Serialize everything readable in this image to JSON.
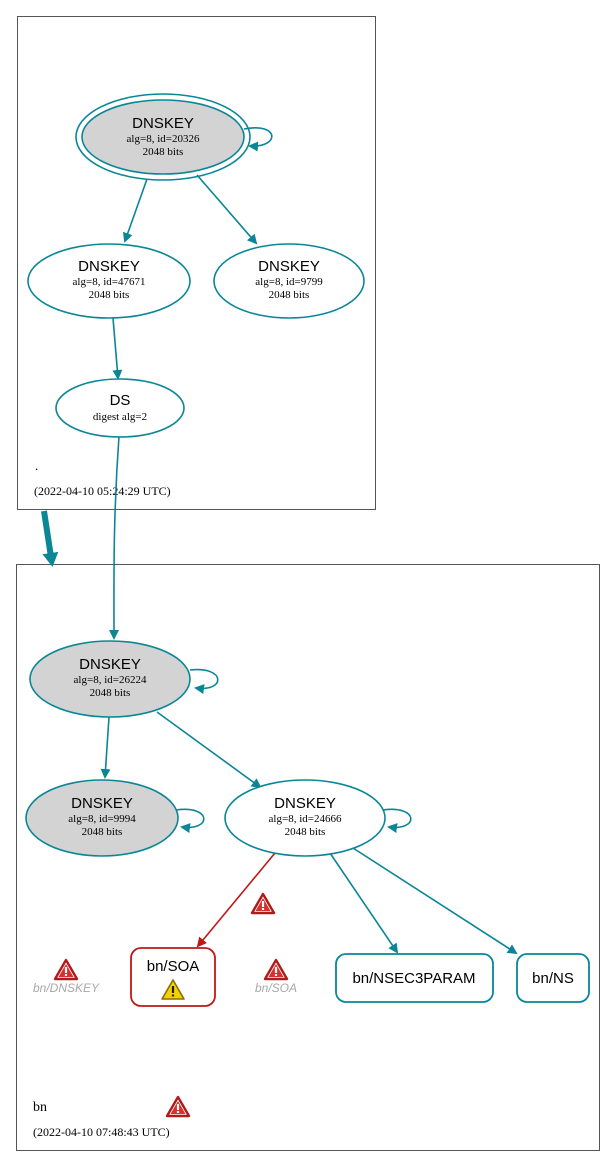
{
  "zones": [
    {
      "name": ".",
      "timestamp": "(2022-04-10 05:24:29 UTC)"
    },
    {
      "name": "bn",
      "timestamp": "(2022-04-10 07:48:43 UTC)"
    }
  ],
  "nodes": {
    "root_ksk": {
      "title": "DNSKEY",
      "line1": "alg=8, id=20326",
      "line2": "2048 bits"
    },
    "root_zsk1": {
      "title": "DNSKEY",
      "line1": "alg=8, id=47671",
      "line2": "2048 bits"
    },
    "root_zsk2": {
      "title": "DNSKEY",
      "line1": "alg=8, id=9799",
      "line2": "2048 bits"
    },
    "root_ds": {
      "title": "DS",
      "line1": "digest alg=2"
    },
    "bn_ksk": {
      "title": "DNSKEY",
      "line1": "alg=8, id=26224",
      "line2": "2048 bits"
    },
    "bn_key2": {
      "title": "DNSKEY",
      "line1": "alg=8, id=9994",
      "line2": "2048 bits"
    },
    "bn_zsk": {
      "title": "DNSKEY",
      "line1": "alg=8, id=24666",
      "line2": "2048 bits"
    },
    "bn_soa": {
      "title": "bn/SOA"
    },
    "bn_nsec3param": {
      "title": "bn/NSEC3PARAM"
    },
    "bn_ns": {
      "title": "bn/NS"
    },
    "bn_dnskey_err": {
      "title": "bn/DNSKEY"
    },
    "bn_soa_err": {
      "title": "bn/SOA"
    }
  },
  "colors": {
    "edge": "#0a8696",
    "error_edge": "#c01818",
    "key_fill": "#d3d3d3",
    "zone_border": "#555555",
    "muted_label": "#a8a8a8"
  }
}
